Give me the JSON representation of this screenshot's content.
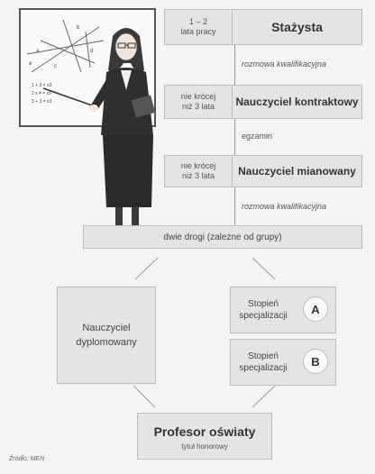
{
  "stages": [
    {
      "period": "1 – 2\nlata pracy",
      "title": "Stażysta"
    },
    {
      "period": "nie krócej\nniż 3 lata",
      "title": "Nauczyciel kontraktowy"
    },
    {
      "period": "nie krócej\nniż 3 lata",
      "title": "Nauczyciel mianowany"
    }
  ],
  "transitions": [
    "rozmowa kwalifikacyjna",
    "egzamin",
    "rozmowa kwalifikacyjna"
  ],
  "two_paths": "dwie drogi (zależne od grupy)",
  "dyplomowany": "Nauczyciel\ndyplomowany",
  "specializations": [
    {
      "label": "Stopień\nspecjalizacji",
      "grade": "A"
    },
    {
      "label": "Stopień\nspecjalizacji",
      "grade": "B"
    }
  ],
  "profesor": {
    "title": "Profesor oświaty",
    "subtitle": "tytuł honorowy"
  },
  "source": "Źródło: MEN",
  "whiteboard": {
    "labels": [
      "a",
      "b",
      "c",
      "d",
      "e"
    ],
    "formulas": [
      "1 + 2 = x3",
      "2 x 4 = x3",
      "3 + 3 = x3"
    ]
  },
  "colors": {
    "box": "#e4e4e2",
    "border": "#bdbdbb",
    "text": "#333333"
  }
}
